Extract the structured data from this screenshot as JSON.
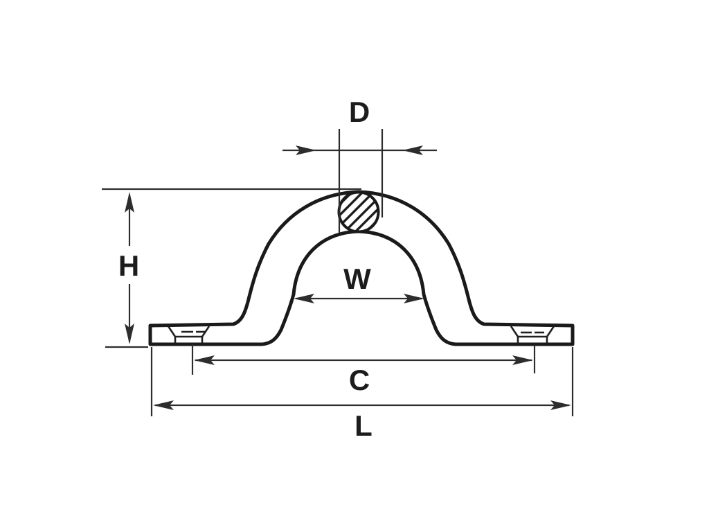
{
  "diagram": {
    "name": "saddle-clamp-dimension-drawing",
    "background": "#ffffff",
    "outline_color": "#1a1a1a",
    "dimension_color": "#2d2d2d",
    "dimensions": {
      "d": {
        "label": "D"
      },
      "h": {
        "label": "H"
      },
      "w": {
        "label": "W"
      },
      "c": {
        "label": "C"
      },
      "l": {
        "label": "L"
      }
    }
  }
}
